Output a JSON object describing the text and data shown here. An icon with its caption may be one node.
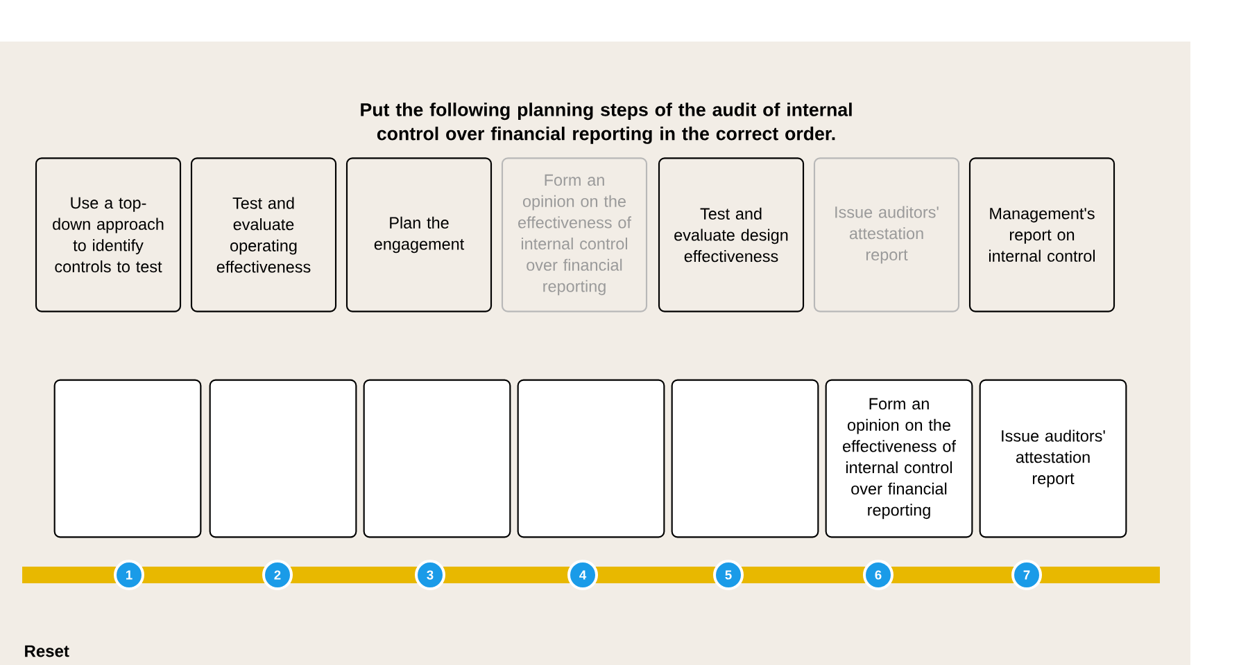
{
  "diagram": {
    "title": "Put the following planning steps of the audit of internal control over financial reporting in the correct order.",
    "nodes": [
      {
        "text": [
          "Use a top-down approach to identify controls to test"
        ]
      },
      {
        "text": [
          "Test and evaluate operating effectiveness"
        ]
      },
      {
        "text": [
          "Plan the engagement"
        ]
      },
      {
        "text": [
          "Form an opinion on the effectiveness of internal control over financial reporting"
        ]
      },
      {
        "text": [
          "Test and evaluate design effectiveness"
        ]
      },
      {
        "text": [
          "Issue auditors' attestation report"
        ]
      },
      {
        "text": [
          "Management's report on internal control"
        ]
      },
      {
        "text": [],
        "shape": "box"
      },
      {
        "text": [],
        "shape": "box"
      },
      {
        "text": [],
        "shape": "box"
      },
      {
        "text": [],
        "shape": "box"
      },
      {
        "text": [],
        "shape": "box"
      },
      {
        "text": [
          "Form an opinion on the effectiveness of internal control over financial reporting"
        ]
      },
      {
        "text": [
          "Issue auditors' attestation report"
        ]
      },
      {
        "text": [
          "1"
        ]
      },
      {
        "text": [
          "2"
        ]
      },
      {
        "text": [
          "3"
        ]
      },
      {
        "text": [
          "4"
        ]
      },
      {
        "text": [
          "5"
        ]
      },
      {
        "text": [
          "6"
        ]
      },
      {
        "text": [
          "7"
        ]
      }
    ],
    "labels": [
      "Reset"
    ]
  }
}
